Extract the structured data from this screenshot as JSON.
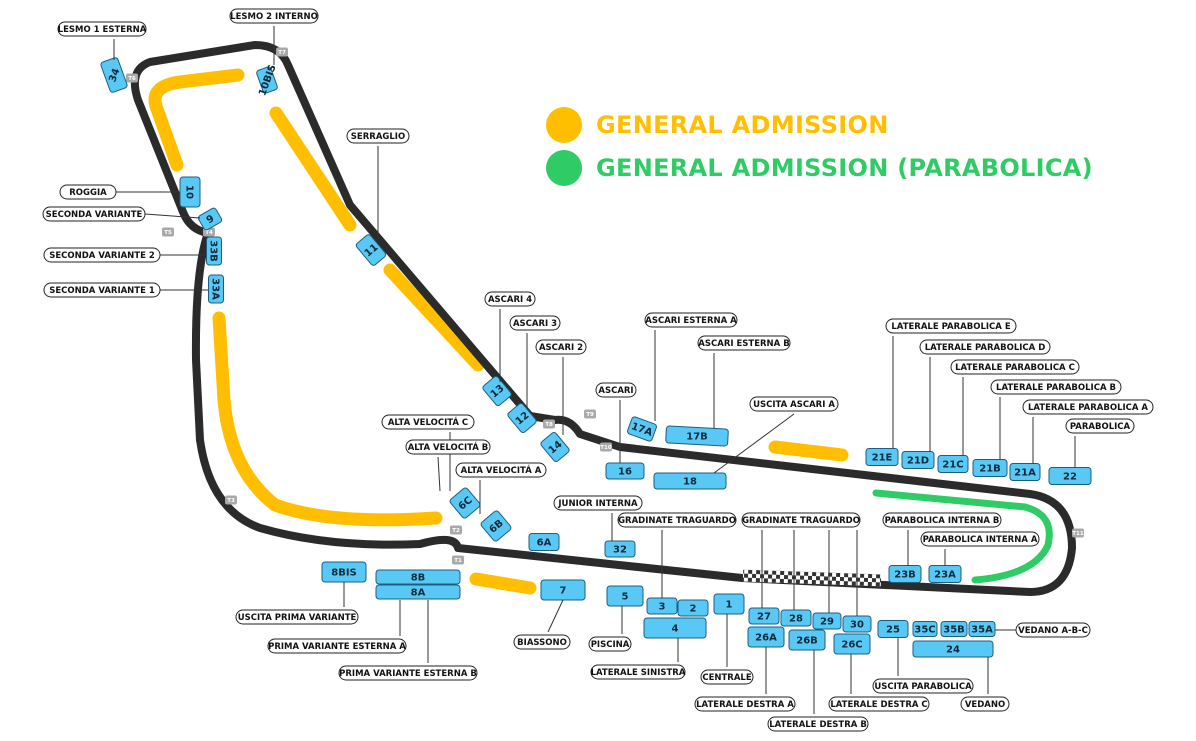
{
  "legend": {
    "general": {
      "label": "GENERAL ADMISSION",
      "color": "#ffbf00"
    },
    "parabolica": {
      "label": "GENERAL ADMISSION (PARABOLICA)",
      "color": "#2fcc66"
    }
  },
  "colors": {
    "track": "#2b2b2b",
    "stand": "#5ac8f5",
    "stand_border": "#1b5f80"
  },
  "turns": [
    "T1",
    "T2",
    "T3",
    "T4",
    "T5",
    "T6",
    "T7",
    "T8",
    "T9",
    "T10",
    "T11"
  ],
  "stands": [
    "34",
    "10BIS",
    "10",
    "9",
    "33B",
    "33A",
    "11",
    "13",
    "12",
    "14",
    "17A",
    "17B",
    "16",
    "18",
    "6C",
    "6B",
    "6A",
    "32",
    "21E",
    "21D",
    "21C",
    "21B",
    "21A",
    "22",
    "8BIS",
    "8B",
    "8A",
    "7",
    "5",
    "3",
    "2",
    "4",
    "1",
    "27",
    "28",
    "29",
    "30",
    "26A",
    "26B",
    "26C",
    "25",
    "35C",
    "35B",
    "35A",
    "24",
    "23B",
    "23A"
  ],
  "labels": [
    "LESMO 1 ESTERNA",
    "LESMO 2 INTERNO",
    "SERRAGLIO",
    "ROGGIA",
    "SECONDA VARIANTE",
    "SECONDA VARIANTE 2",
    "SECONDA VARIANTE 1",
    "ASCARI 4",
    "ASCARI 3",
    "ASCARI 2",
    "ASCARI",
    "ASCARI ESTERNA A",
    "ASCARI ESTERNA B",
    "USCITA ASCARI A",
    "LATERALE PARABOLICA E",
    "LATERALE PARABOLICA D",
    "LATERALE PARABOLICA C",
    "LATERALE PARABOLICA B",
    "LATERALE PARABOLICA A",
    "PARABOLICA",
    "ALTA VELOCITÁ C",
    "ALTA VELOCITÁ B",
    "ALTA VELOCITÁ A",
    "JUNIOR INTERNA",
    "GRADINATE TRAGUARDO",
    "GRADINATE TRAGUARDO",
    "PARABOLICA INTERNA B",
    "PARABOLICA INTERNA A",
    "USCITA PRIMA VARIANTE",
    "PRIMA VARIANTE ESTERNA A",
    "PRIMA VARIANTE ESTERNA B",
    "BIASSONO",
    "PISCINA",
    "LATERALE SINISTRA",
    "CENTRALE",
    "LATERALE DESTRA A",
    "LATERALE DESTRA B",
    "LATERALE DESTRA C",
    "USCITA PARABOLICA",
    "VEDANO",
    "VEDANO A-B-C"
  ]
}
